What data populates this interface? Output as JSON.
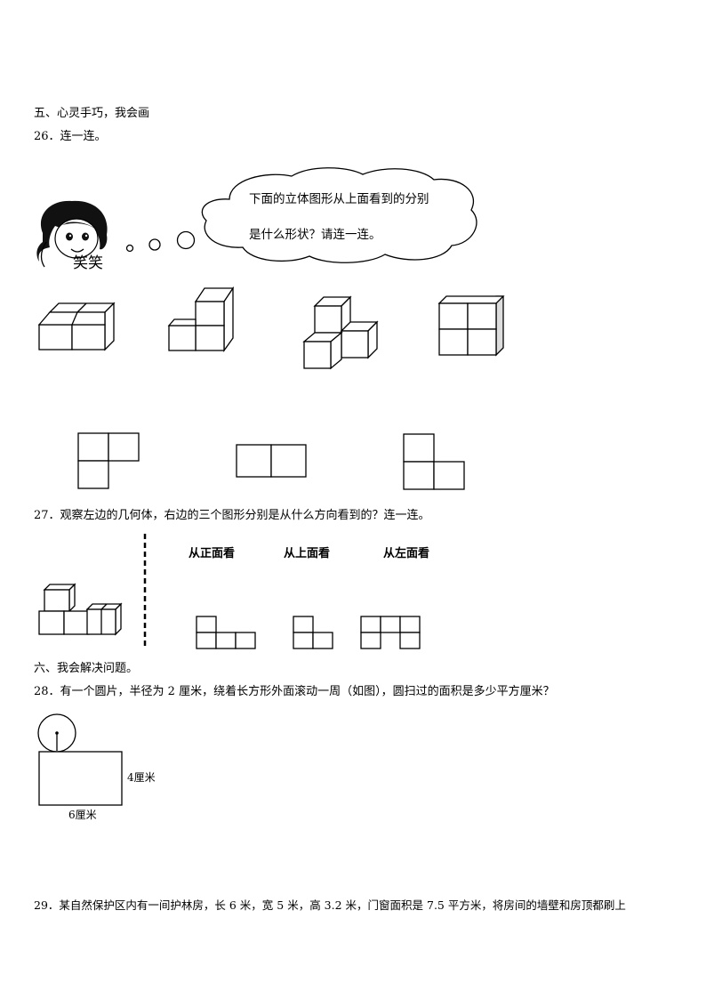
{
  "section5": {
    "heading": "五、心灵手巧，我会画"
  },
  "q26": {
    "label": "26．连一连。",
    "bubble_line1": "下面的立体图形从上面看到的分别",
    "bubble_line2": "是什么形状？请连一连。",
    "character_name": "笑笑"
  },
  "q27": {
    "prompt": "27．观察左边的几何体，右边的三个图形分别是从什么方向看到的？连一连。",
    "view_front": "从正面看",
    "view_top": "从上面看",
    "view_left": "从左面看"
  },
  "section6": {
    "heading": "六、我会解决问题。"
  },
  "q28": {
    "prompt": "28．有一个圆片，半径为 2 厘米，绕着长方形外面滚动一周（如图），圆扫过的面积是多少平方厘米？",
    "height_label": "4厘米",
    "width_label": "6厘米"
  },
  "q29": {
    "prompt": "29．某自然保护区内有一间护林房，长 6 米，宽 5 米，高 3.2 米，门窗面积是 7.5 平方米，将房间的墙壁和房顶都刷上"
  }
}
